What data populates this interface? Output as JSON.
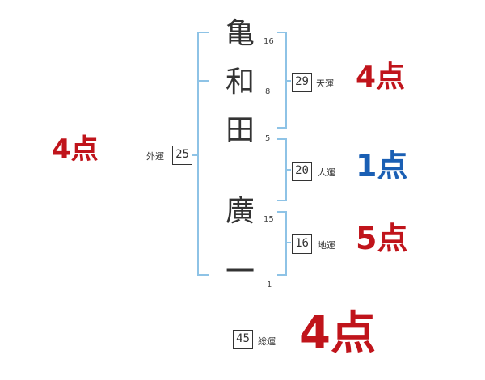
{
  "name_chars": [
    {
      "char": "亀",
      "strokes": "16"
    },
    {
      "char": "和",
      "strokes": "8"
    },
    {
      "char": "田",
      "strokes": "5"
    },
    {
      "char": "廣",
      "strokes": "15"
    },
    {
      "char": "一",
      "strokes": "1"
    }
  ],
  "tenkaku": {
    "value": "29",
    "label": "天運",
    "score": "4点"
  },
  "jinkaku": {
    "value": "20",
    "label": "人運",
    "score": "1点"
  },
  "chikaku": {
    "value": "16",
    "label": "地運",
    "score": "5点"
  },
  "gaikaku": {
    "value": "25",
    "label": "外運",
    "score": "4点"
  },
  "soukaku": {
    "value": "45",
    "label": "総運",
    "score": "4点"
  },
  "colors": {
    "bracket": "#8ec3e6",
    "score_red": "#c0141b",
    "score_blue": "#1a5fb4",
    "text": "#333333"
  }
}
